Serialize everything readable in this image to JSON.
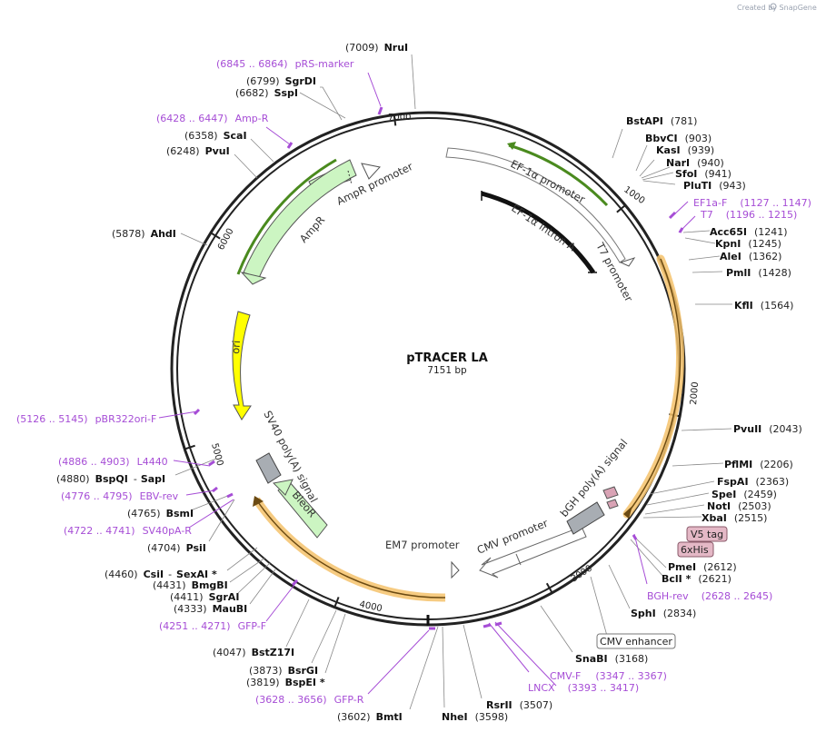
{
  "credit": "Created by SnapGene",
  "plasmid": {
    "name": "pTRACER LA",
    "length_text": "7151 bp"
  },
  "ticks": [
    "1000",
    "2000",
    "3000",
    "4000",
    "5000",
    "6000",
    "7000"
  ],
  "enzymes": [
    {
      "name": "NruI",
      "pos": "(7009)"
    },
    {
      "name": "SgrDI",
      "pos": "(6799)"
    },
    {
      "name": "SspI",
      "pos": "(6682)"
    },
    {
      "name": "ScaI",
      "pos": "(6358)"
    },
    {
      "name": "PvuI",
      "pos": "(6248)"
    },
    {
      "name": "AhdI",
      "pos": "(5878)"
    },
    {
      "name": "BstAPI",
      "pos": "(781)"
    },
    {
      "name": "BbvCI",
      "pos": "(903)"
    },
    {
      "name": "KasI",
      "pos": "(939)"
    },
    {
      "name": "NarI",
      "pos": "(940)"
    },
    {
      "name": "SfoI",
      "pos": "(941)"
    },
    {
      "name": "PluTI",
      "pos": "(943)"
    },
    {
      "name": "Acc65I",
      "pos": "(1241)"
    },
    {
      "name": "KpnI",
      "pos": "(1245)"
    },
    {
      "name": "AleI",
      "pos": "(1362)"
    },
    {
      "name": "PmlI",
      "pos": "(1428)"
    },
    {
      "name": "KflI",
      "pos": "(1564)"
    },
    {
      "name": "PvuII",
      "pos": "(2043)"
    },
    {
      "name": "PflMI",
      "pos": "(2206)"
    },
    {
      "name": "FspAI",
      "pos": "(2363)"
    },
    {
      "name": "SpeI",
      "pos": "(2459)"
    },
    {
      "name": "NotI",
      "pos": "(2503)"
    },
    {
      "name": "XbaI",
      "pos": "(2515)"
    },
    {
      "name": "PmeI",
      "pos": "(2612)"
    },
    {
      "name": "BclI *",
      "pos": "(2621)"
    },
    {
      "name": "SphI",
      "pos": "(2834)"
    },
    {
      "name": "SnaBI",
      "pos": "(3168)"
    },
    {
      "name": "RsrII",
      "pos": "(3507)"
    },
    {
      "name": "NheI",
      "pos": "(3598)"
    },
    {
      "name": "BmtI",
      "pos": "(3602)"
    },
    {
      "name": "BspEI *",
      "pos": "(3819)"
    },
    {
      "name": "BsrGI",
      "pos": "(3873)"
    },
    {
      "name": "BstZ17I",
      "pos": "(4047)"
    },
    {
      "name": "MauBI",
      "pos": "(4333)"
    },
    {
      "name": "SgrAI",
      "pos": "(4411)"
    },
    {
      "name": "BmgBI",
      "pos": "(4431)"
    },
    {
      "name": "CsiI",
      "pos": "(4460)"
    },
    {
      "name": "SexAI *",
      "pos": ""
    },
    {
      "name": "PsiI",
      "pos": "(4704)"
    },
    {
      "name": "BsmI",
      "pos": "(4765)"
    },
    {
      "name": "BspQI",
      "pos": "(4880)"
    },
    {
      "name": "SapI",
      "pos": ""
    }
  ],
  "primers": [
    {
      "name": "pRS-marker",
      "range": "(6845 .. 6864)"
    },
    {
      "name": "Amp-R",
      "range": "(6428 .. 6447)"
    },
    {
      "name": "EF1a-F",
      "range": "(1127 .. 1147)"
    },
    {
      "name": "T7",
      "range": "(1196 .. 1215)"
    },
    {
      "name": "BGH-rev",
      "range": "(2628 .. 2645)"
    },
    {
      "name": "CMV-F",
      "range": "(3347 .. 3367)"
    },
    {
      "name": "LNCX",
      "range": "(3393 .. 3417)"
    },
    {
      "name": "GFP-R",
      "range": "(3628 .. 3656)"
    },
    {
      "name": "GFP-F",
      "range": "(4251 .. 4271)"
    },
    {
      "name": "SV40pA-R",
      "range": "(4722 .. 4741)"
    },
    {
      "name": "EBV-rev",
      "range": "(4776 .. 4795)"
    },
    {
      "name": "L4440",
      "range": "(4886 .. 4903)"
    },
    {
      "name": "pBR322ori-F",
      "range": "(5126 .. 5145)"
    }
  ],
  "features": {
    "ef1a_promoter": "EF-1α promoter",
    "ef1a_intron": "EF-1α intron A",
    "t7_promoter": "T7 promoter",
    "ampr_promoter": "AmpR promoter",
    "ampr": "AmpR",
    "ori": "ori",
    "sv40_polya": "SV40 poly(A) signal",
    "bleor": "BleoR",
    "em7_promoter": "EM7 promoter",
    "cmv_promoter": "CMV promoter",
    "bgh_polya": "bGH poly(A) signal",
    "v5_tag": "V5 tag",
    "his_tag": "6xHis",
    "cmv_enhancer": "CMV enhancer"
  },
  "colors": {
    "backbone": "#222222",
    "primer": "#a64dd6",
    "green_feature": "#ccf5c2",
    "green_dark": "#4a8a1e",
    "ori_fill": "#ffff00",
    "orange_gene": "#f5c26b",
    "grey_feature": "#a8adb3",
    "tag_fill": "#d9a3b5"
  }
}
